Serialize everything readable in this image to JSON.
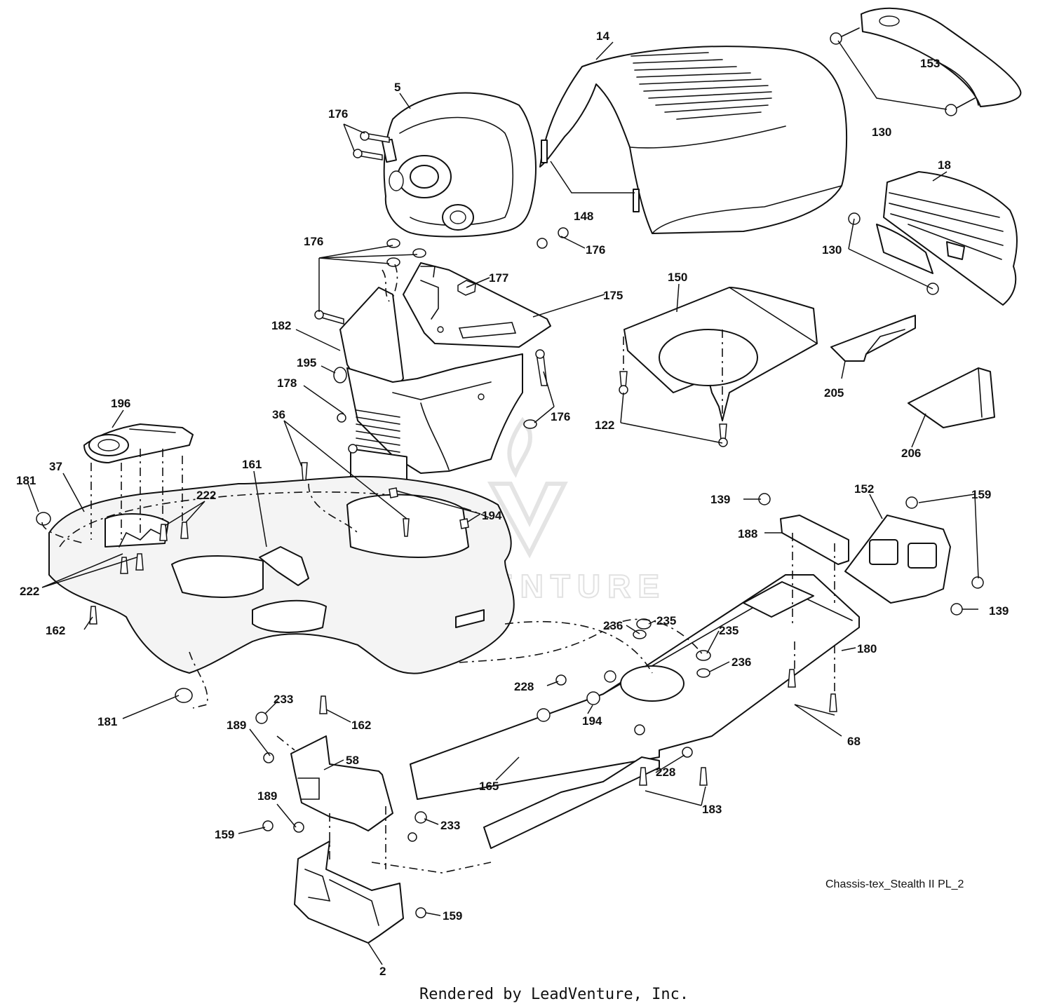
{
  "callouts": [
    {
      "id": "c14",
      "label": "14"
    },
    {
      "id": "c5",
      "label": "5"
    },
    {
      "id": "c176a",
      "label": "176"
    },
    {
      "id": "c153",
      "label": "153"
    },
    {
      "id": "c130a",
      "label": "130"
    },
    {
      "id": "c18",
      "label": "18"
    },
    {
      "id": "c148",
      "label": "148"
    },
    {
      "id": "c176b",
      "label": "176"
    },
    {
      "id": "c176c",
      "label": "176"
    },
    {
      "id": "c177",
      "label": "177"
    },
    {
      "id": "c175",
      "label": "175"
    },
    {
      "id": "c130b",
      "label": "130"
    },
    {
      "id": "c150",
      "label": "150"
    },
    {
      "id": "c182",
      "label": "182"
    },
    {
      "id": "c195",
      "label": "195"
    },
    {
      "id": "c178",
      "label": "178"
    },
    {
      "id": "c176d",
      "label": "176"
    },
    {
      "id": "c205",
      "label": "205"
    },
    {
      "id": "c122",
      "label": "122"
    },
    {
      "id": "c206",
      "label": "206"
    },
    {
      "id": "c196",
      "label": "196"
    },
    {
      "id": "c36",
      "label": "36"
    },
    {
      "id": "c161",
      "label": "161"
    },
    {
      "id": "c37",
      "label": "37"
    },
    {
      "id": "c181a",
      "label": "181"
    },
    {
      "id": "c222a",
      "label": "222"
    },
    {
      "id": "c222b",
      "label": "222"
    },
    {
      "id": "c194a",
      "label": "194"
    },
    {
      "id": "c139a",
      "label": "139"
    },
    {
      "id": "c152",
      "label": "152"
    },
    {
      "id": "c159a",
      "label": "159"
    },
    {
      "id": "c188",
      "label": "188"
    },
    {
      "id": "c139b",
      "label": "139"
    },
    {
      "id": "c162a",
      "label": "162"
    },
    {
      "id": "c236a",
      "label": "236"
    },
    {
      "id": "c235a",
      "label": "235"
    },
    {
      "id": "c235b",
      "label": "235"
    },
    {
      "id": "c236b",
      "label": "236"
    },
    {
      "id": "c180",
      "label": "180"
    },
    {
      "id": "c228a",
      "label": "228"
    },
    {
      "id": "c194b",
      "label": "194"
    },
    {
      "id": "c181b",
      "label": "181"
    },
    {
      "id": "c162b",
      "label": "162"
    },
    {
      "id": "c233a",
      "label": "233"
    },
    {
      "id": "c189a",
      "label": "189"
    },
    {
      "id": "c58",
      "label": "58"
    },
    {
      "id": "c68",
      "label": "68"
    },
    {
      "id": "c165",
      "label": "165"
    },
    {
      "id": "c228b",
      "label": "228"
    },
    {
      "id": "c183",
      "label": "183"
    },
    {
      "id": "c189b",
      "label": "189"
    },
    {
      "id": "c159b",
      "label": "159"
    },
    {
      "id": "c233b",
      "label": "233"
    },
    {
      "id": "c159c",
      "label": "159"
    },
    {
      "id": "c2",
      "label": "2"
    }
  ],
  "figure_id": "Chassis-tex_Stealth II PL_2",
  "footer": "Rendered by LeadVenture, Inc.",
  "watermark": "LEADVENTURE"
}
